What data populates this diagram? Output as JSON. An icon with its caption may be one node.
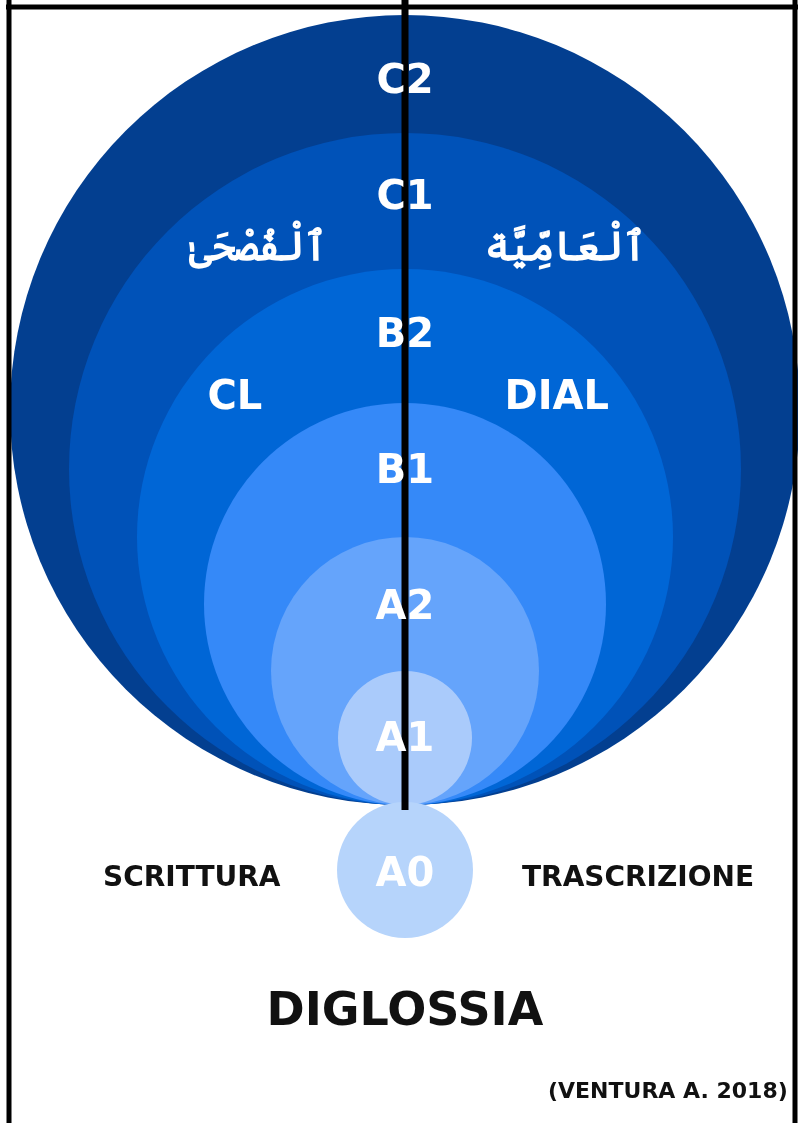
{
  "diagram": {
    "title": "DIGLOSSIA",
    "caption": "(VENTURA A. 2018)",
    "nodes": [
      {
        "text": [
          "C2"
        ]
      },
      {
        "text": [
          "C1"
        ],
        "in": 0
      },
      {
        "text": [
          "B2"
        ],
        "in": 1
      },
      {
        "text": [
          "B1"
        ],
        "in": 2
      },
      {
        "text": [
          "A2"
        ],
        "in": 3
      },
      {
        "text": [
          "A1"
        ],
        "in": 4
      },
      {
        "text": [
          "A0"
        ]
      }
    ],
    "edges": [],
    "labels": [
      "ٱلْفُصْحَىٰ",
      "ٱلْعَامِّيَّة",
      "CL",
      "DIAL",
      "SCRITTURA",
      "TRASCRIZIONE"
    ]
  }
}
